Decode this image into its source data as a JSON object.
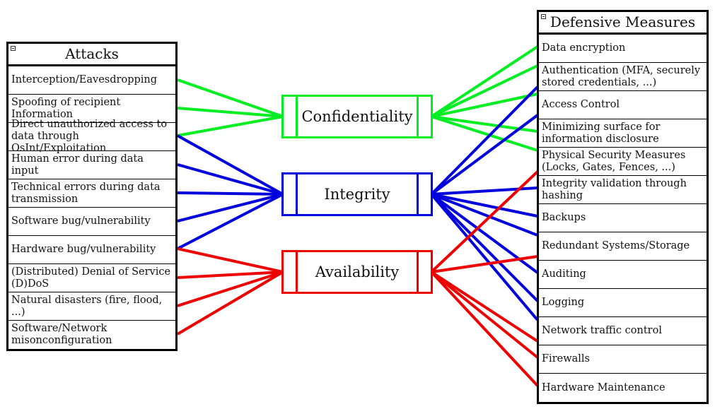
{
  "colors": {
    "confidentiality": "#00ee22",
    "integrity": "#0000dd",
    "availability": "#ee0000"
  },
  "attacks": {
    "title": "Attacks",
    "items": [
      {
        "label": "Interception/Eavesdropping"
      },
      {
        "label": "Spoofing of recipient Information"
      },
      {
        "label": "Direct unauthorized access to data through OsInt/Exploitation"
      },
      {
        "label": "Human error during data input"
      },
      {
        "label": "Technical errors during data transmission"
      },
      {
        "label": "Software bug/vulnerability"
      },
      {
        "label": "Hardware bug/vulnerability"
      },
      {
        "label": "(Distributed) Denial of Service (D)DoS"
      },
      {
        "label": "Natural disasters (fire, flood, ...)"
      },
      {
        "label": "Software/Network misonconfiguration"
      }
    ]
  },
  "properties": [
    {
      "id": "confidentiality",
      "label": "Confidentiality"
    },
    {
      "id": "integrity",
      "label": "Integrity"
    },
    {
      "id": "availability",
      "label": "Availability"
    }
  ],
  "defenses": {
    "title": "Defensive Measures",
    "items": [
      {
        "label": "Data encryption"
      },
      {
        "label": "Authentication (MFA, securely stored credentials, ...)"
      },
      {
        "label": "Access Control"
      },
      {
        "label": "Minimizing surface for information disclosure"
      },
      {
        "label": "Physical Security Measures (Locks, Gates, Fences, ...)"
      },
      {
        "label": "Integrity validation through hashing"
      },
      {
        "label": "Backups"
      },
      {
        "label": "Redundant Systems/Storage"
      },
      {
        "label": "Auditing"
      },
      {
        "label": "Logging"
      },
      {
        "label": "Network traffic control"
      },
      {
        "label": "Firewalls"
      },
      {
        "label": "Hardware Maintenance"
      }
    ]
  },
  "attack_links": [
    {
      "attack": 0,
      "property": "confidentiality"
    },
    {
      "attack": 1,
      "property": "confidentiality"
    },
    {
      "attack": 2,
      "property": "confidentiality"
    },
    {
      "attack": 2,
      "property": "integrity"
    },
    {
      "attack": 3,
      "property": "integrity"
    },
    {
      "attack": 4,
      "property": "integrity"
    },
    {
      "attack": 5,
      "property": "integrity"
    },
    {
      "attack": 6,
      "property": "integrity"
    },
    {
      "attack": 6,
      "property": "availability"
    },
    {
      "attack": 7,
      "property": "availability"
    },
    {
      "attack": 8,
      "property": "availability"
    },
    {
      "attack": 9,
      "property": "availability"
    }
  ],
  "defense_links": [
    {
      "defense": 0,
      "property": "confidentiality"
    },
    {
      "defense": 1,
      "property": "confidentiality"
    },
    {
      "defense": 2,
      "property": "confidentiality"
    },
    {
      "defense": 3,
      "property": "confidentiality"
    },
    {
      "defense": 4,
      "property": "confidentiality"
    },
    {
      "defense": 1,
      "property": "integrity"
    },
    {
      "defense": 2,
      "property": "integrity"
    },
    {
      "defense": 5,
      "property": "integrity"
    },
    {
      "defense": 6,
      "property": "integrity"
    },
    {
      "defense": 7,
      "property": "integrity"
    },
    {
      "defense": 8,
      "property": "integrity"
    },
    {
      "defense": 9,
      "property": "integrity"
    },
    {
      "defense": 10,
      "property": "integrity"
    },
    {
      "defense": 4,
      "property": "availability"
    },
    {
      "defense": 7,
      "property": "availability"
    },
    {
      "defense": 10,
      "property": "availability"
    },
    {
      "defense": 11,
      "property": "availability"
    },
    {
      "defense": 12,
      "property": "availability"
    }
  ]
}
